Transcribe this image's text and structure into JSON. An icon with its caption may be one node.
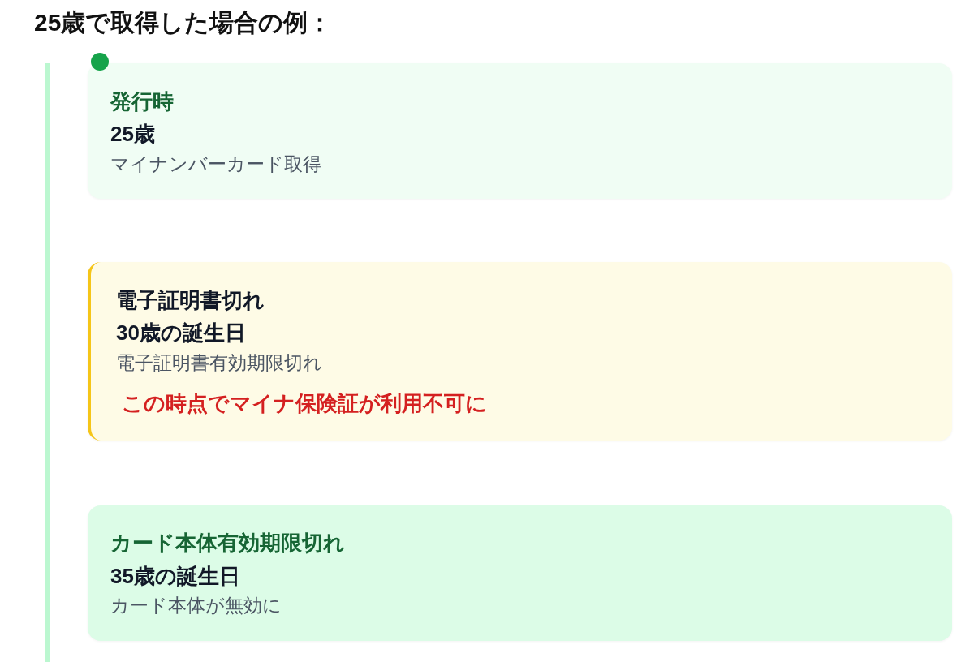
{
  "diagram": {
    "title": "25歳で取得した場合の例：",
    "nodes": [
      {
        "text": [
          "発行時",
          "25歳",
          "マイナンバーカード取得"
        ]
      },
      {
        "text": [
          "電子証明書切れ",
          "30歳の誕生日",
          "電子証明書有効期限切れ",
          "この時点でマイナ保険証が利用不可に"
        ]
      },
      {
        "text": [
          "カード本体有効期限切れ",
          "35歳の誕生日",
          "カード本体が無効に"
        ]
      }
    ]
  }
}
